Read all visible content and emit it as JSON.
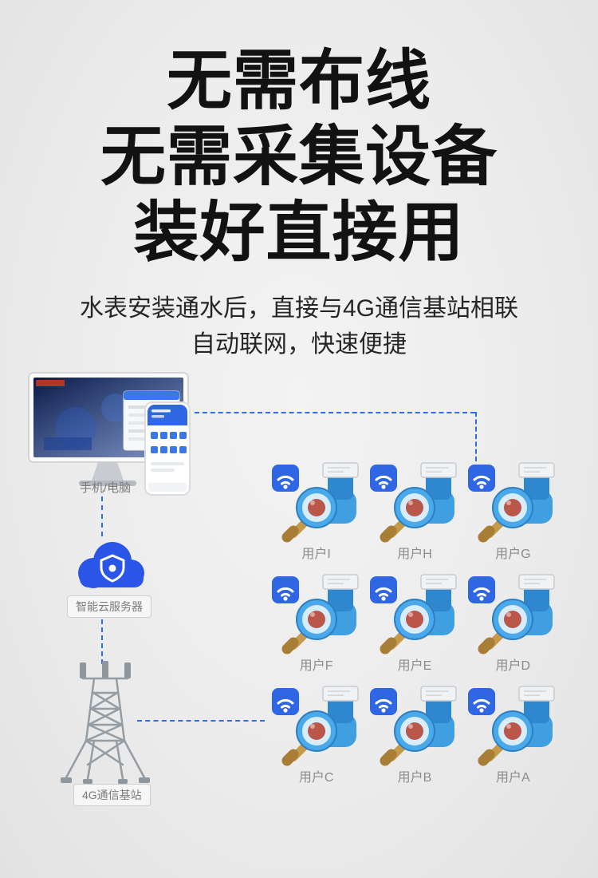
{
  "colors": {
    "background": "#ececec",
    "headline_text": "#121212",
    "accent_blue": "#2e6de8",
    "meter_blue": "#3f9fe0",
    "cloud_blue": "#2b55e6",
    "label_gray": "#8c8c8c"
  },
  "headline": {
    "lines": [
      "无需布线",
      "无需采集设备",
      "装好直接用"
    ]
  },
  "subtitle": {
    "lines": [
      "水表安装通水后，直接与4G通信基站相联",
      "自动联网，快速便捷"
    ]
  },
  "diagram": {
    "devices_label": "手机/电脑",
    "cloud_label": "智能云服务器",
    "tower_label": "4G通信基站",
    "meters": [
      {
        "label": "用户I"
      },
      {
        "label": "用户H"
      },
      {
        "label": "用户G"
      },
      {
        "label": "用户F"
      },
      {
        "label": "用户E"
      },
      {
        "label": "用户D"
      },
      {
        "label": "用户C"
      },
      {
        "label": "用户B"
      },
      {
        "label": "用户A"
      }
    ]
  }
}
